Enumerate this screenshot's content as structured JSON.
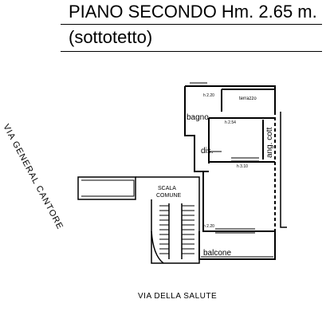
{
  "header": {
    "title": "PIANO SECONDO Hm. 2.65 m.",
    "subtitle": "(sottotetto)"
  },
  "rooms": {
    "bagno": "bagno",
    "dis": "dis.",
    "ang_cott": "ang. cott",
    "scala_line1": "SCALA",
    "scala_line2": "COMUNE",
    "balcone": "balcone",
    "terrazzo": "terrazzo"
  },
  "heights": {
    "h1": "h 2.20",
    "h2": "h 2.54",
    "h3": "h 3.10",
    "h4": "h 2.20"
  },
  "streets": {
    "general": "VIA GENERAL CANTORE",
    "salute": "VIA DELLA SALUTE"
  }
}
